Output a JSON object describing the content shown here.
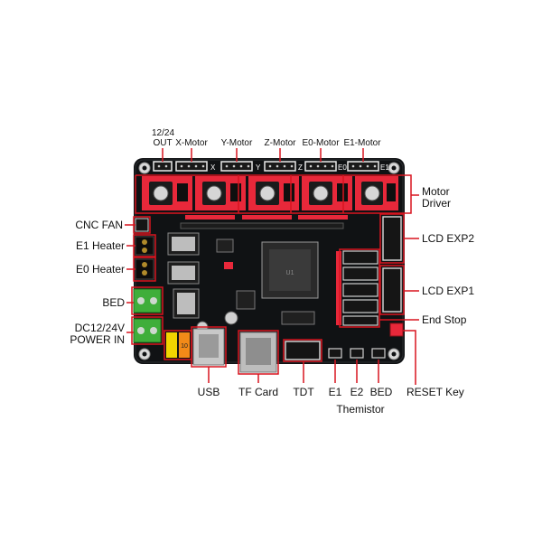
{
  "labels": {
    "out_1224": "12/24",
    "out_1224_b": "OUT",
    "x_motor": "X-Motor",
    "y_motor": "Y-Motor",
    "z_motor": "Z-Motor",
    "e0_motor": "E0-Motor",
    "e1_motor": "E1-Motor",
    "motor_driver_1": "Motor",
    "motor_driver_2": "Driver",
    "lcd_exp2": "LCD EXP2",
    "lcd_exp1": "LCD EXP1",
    "end_stop": "End Stop",
    "reset_key": "RESET Key",
    "cnc_fan": "CNC FAN",
    "e1_heater": "E1 Heater",
    "e0_heater": "E0 Heater",
    "bed": "BED",
    "power_in_1": "DC12/24V",
    "power_in_2": "POWER IN",
    "usb": "USB",
    "tf_card": "TF Card",
    "tdt": "TDT",
    "e1": "E1",
    "e2": "E2",
    "bed_therm": "BED",
    "thermistor": "Themistor"
  },
  "silkscreen": {
    "x": "X",
    "y": "Y",
    "z": "Z",
    "e0": "E0",
    "e1": "E1",
    "chip_text": "U1",
    "fuse": "10"
  },
  "colors": {
    "board": "#101214",
    "callout": "#d8141f",
    "connector_red": "#e8283a",
    "terminal_green": "#3fae3a"
  }
}
